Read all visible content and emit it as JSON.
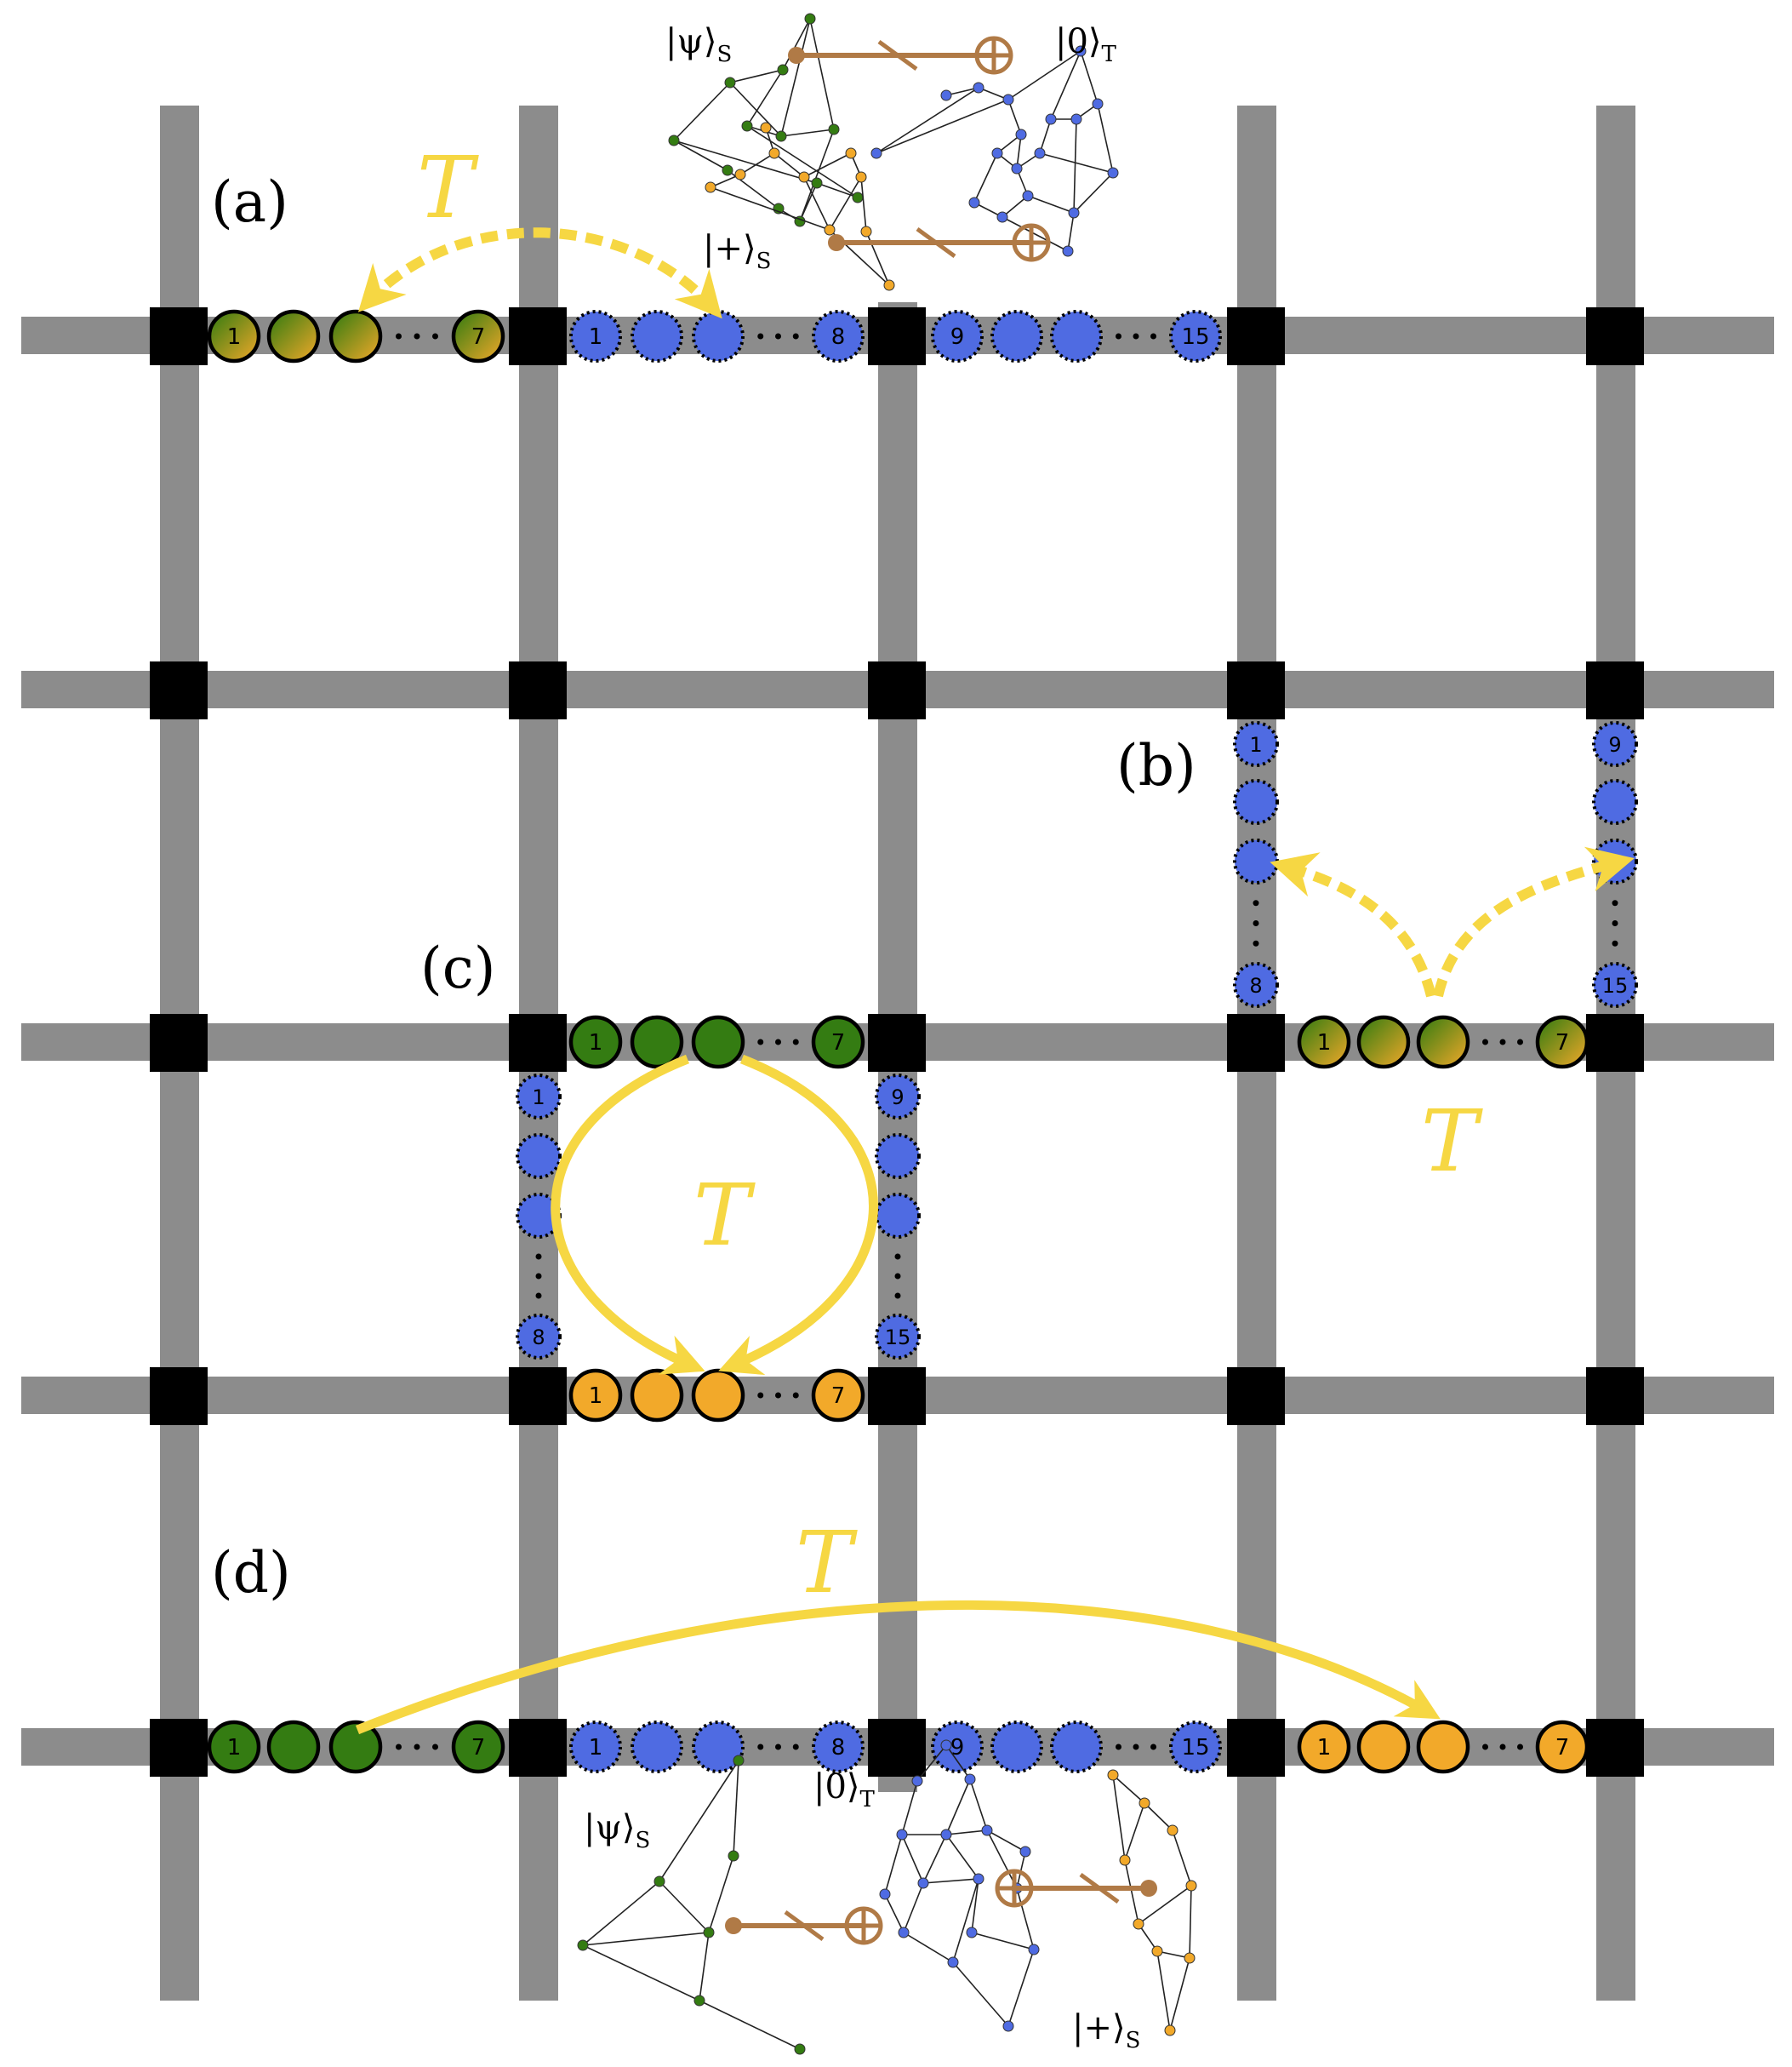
{
  "colors": {
    "bus": "#8c8c8c",
    "node": "#000000",
    "blue": "#4f6be2",
    "green": "#347c12",
    "orange": "#f2a92a",
    "yellow": "#f6d743",
    "brown": "#b07a46"
  },
  "labels": {
    "a": "(a)",
    "b": "(b)",
    "c": "(c)",
    "d": "(d)"
  },
  "teleport": "T",
  "numbers": {
    "one": "1",
    "seven": "7",
    "eight": "8",
    "nine": "9",
    "fifteen": "15"
  },
  "kets": {
    "psi_s": "|ψ⟩",
    "zero_t": "|0⟩",
    "plus_s": "|+⟩",
    "sub_s": "S",
    "sub_t": "T"
  }
}
